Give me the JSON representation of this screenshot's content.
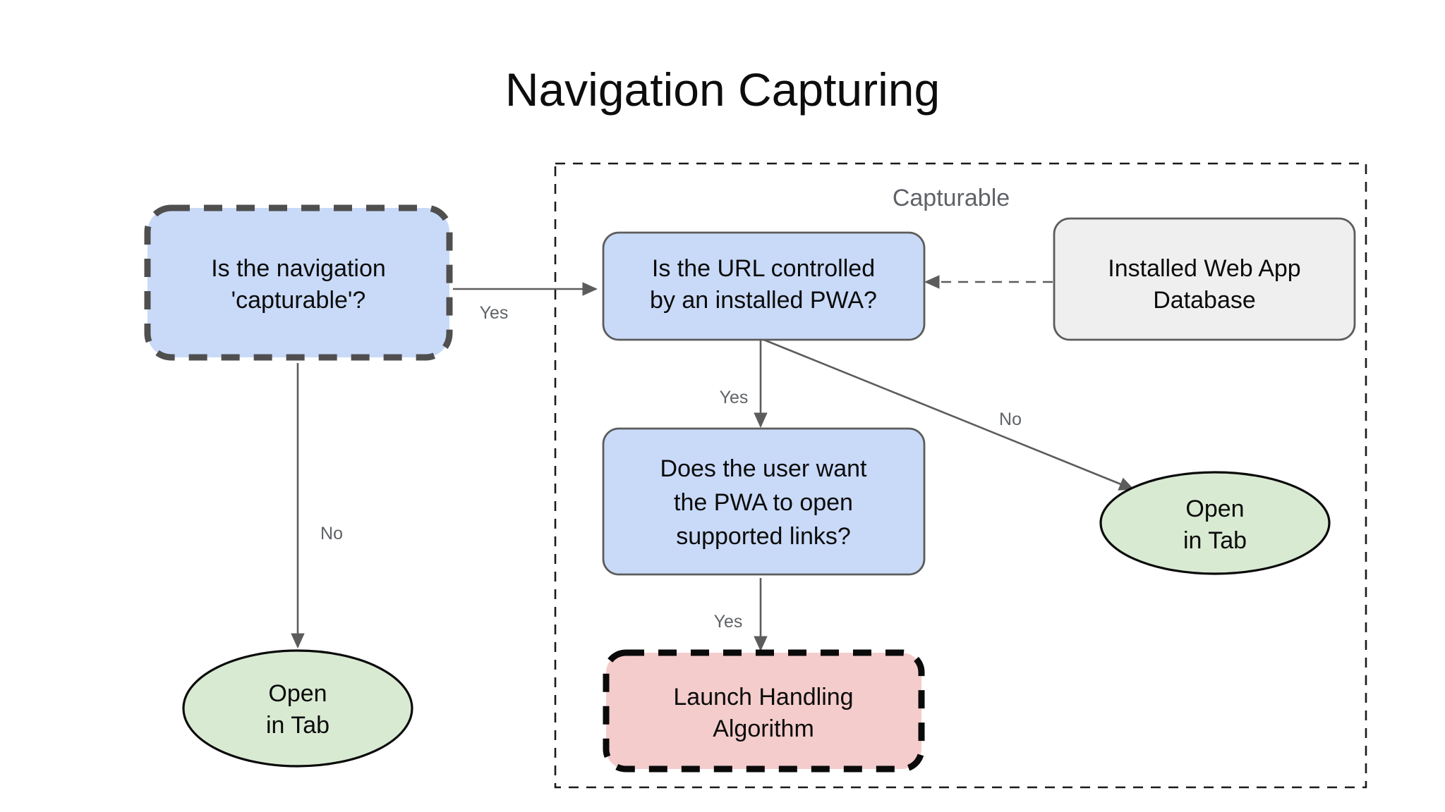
{
  "page": {
    "title": "Navigation Capturing",
    "background_color": "#ffffff"
  },
  "colors": {
    "decision_fill": "#c9daf8",
    "entry_fill": "#c9daf8",
    "terminal_fill": "#f4cccc",
    "store_fill": "#efefef",
    "result_fill": "#d9ead3",
    "edge_stroke": "#5c5c5c",
    "label_text": "#5f6368",
    "node_text": "#0b0b0b",
    "group_border": "#1a1a1a"
  },
  "group": {
    "label": "Capturable"
  },
  "nodes": {
    "is_capturable": {
      "line1": "Is the navigation",
      "line2": "'capturable'?",
      "shape": "rounded-rect-dashed",
      "role": "entry-decision"
    },
    "url_controlled": {
      "line1": "Is the URL controlled",
      "line2": "by an installed PWA?",
      "shape": "rounded-rect",
      "role": "decision"
    },
    "installed_db": {
      "line1": "Installed Web App",
      "line2": "Database",
      "shape": "rounded-rect",
      "role": "data-store"
    },
    "user_wants_pwa": {
      "line1": "Does the user want",
      "line2": "the PWA to open",
      "line3": "supported links?",
      "shape": "rounded-rect",
      "role": "decision"
    },
    "launch_handling": {
      "line1": "Launch Handling",
      "line2": "Algorithm",
      "shape": "rounded-rect-dashed",
      "role": "terminal"
    },
    "open_in_tab_left": {
      "line1": "Open",
      "line2": "in Tab",
      "shape": "ellipse",
      "role": "result"
    },
    "open_in_tab_right": {
      "line1": "Open",
      "line2": "in Tab",
      "shape": "ellipse",
      "role": "result"
    }
  },
  "edges": {
    "capturable_yes": {
      "label": "Yes"
    },
    "capturable_no": {
      "label": "No"
    },
    "url_yes": {
      "label": "Yes"
    },
    "url_no": {
      "label": "No"
    },
    "user_yes": {
      "label": "Yes"
    },
    "db_lookup": {
      "label": ""
    }
  }
}
